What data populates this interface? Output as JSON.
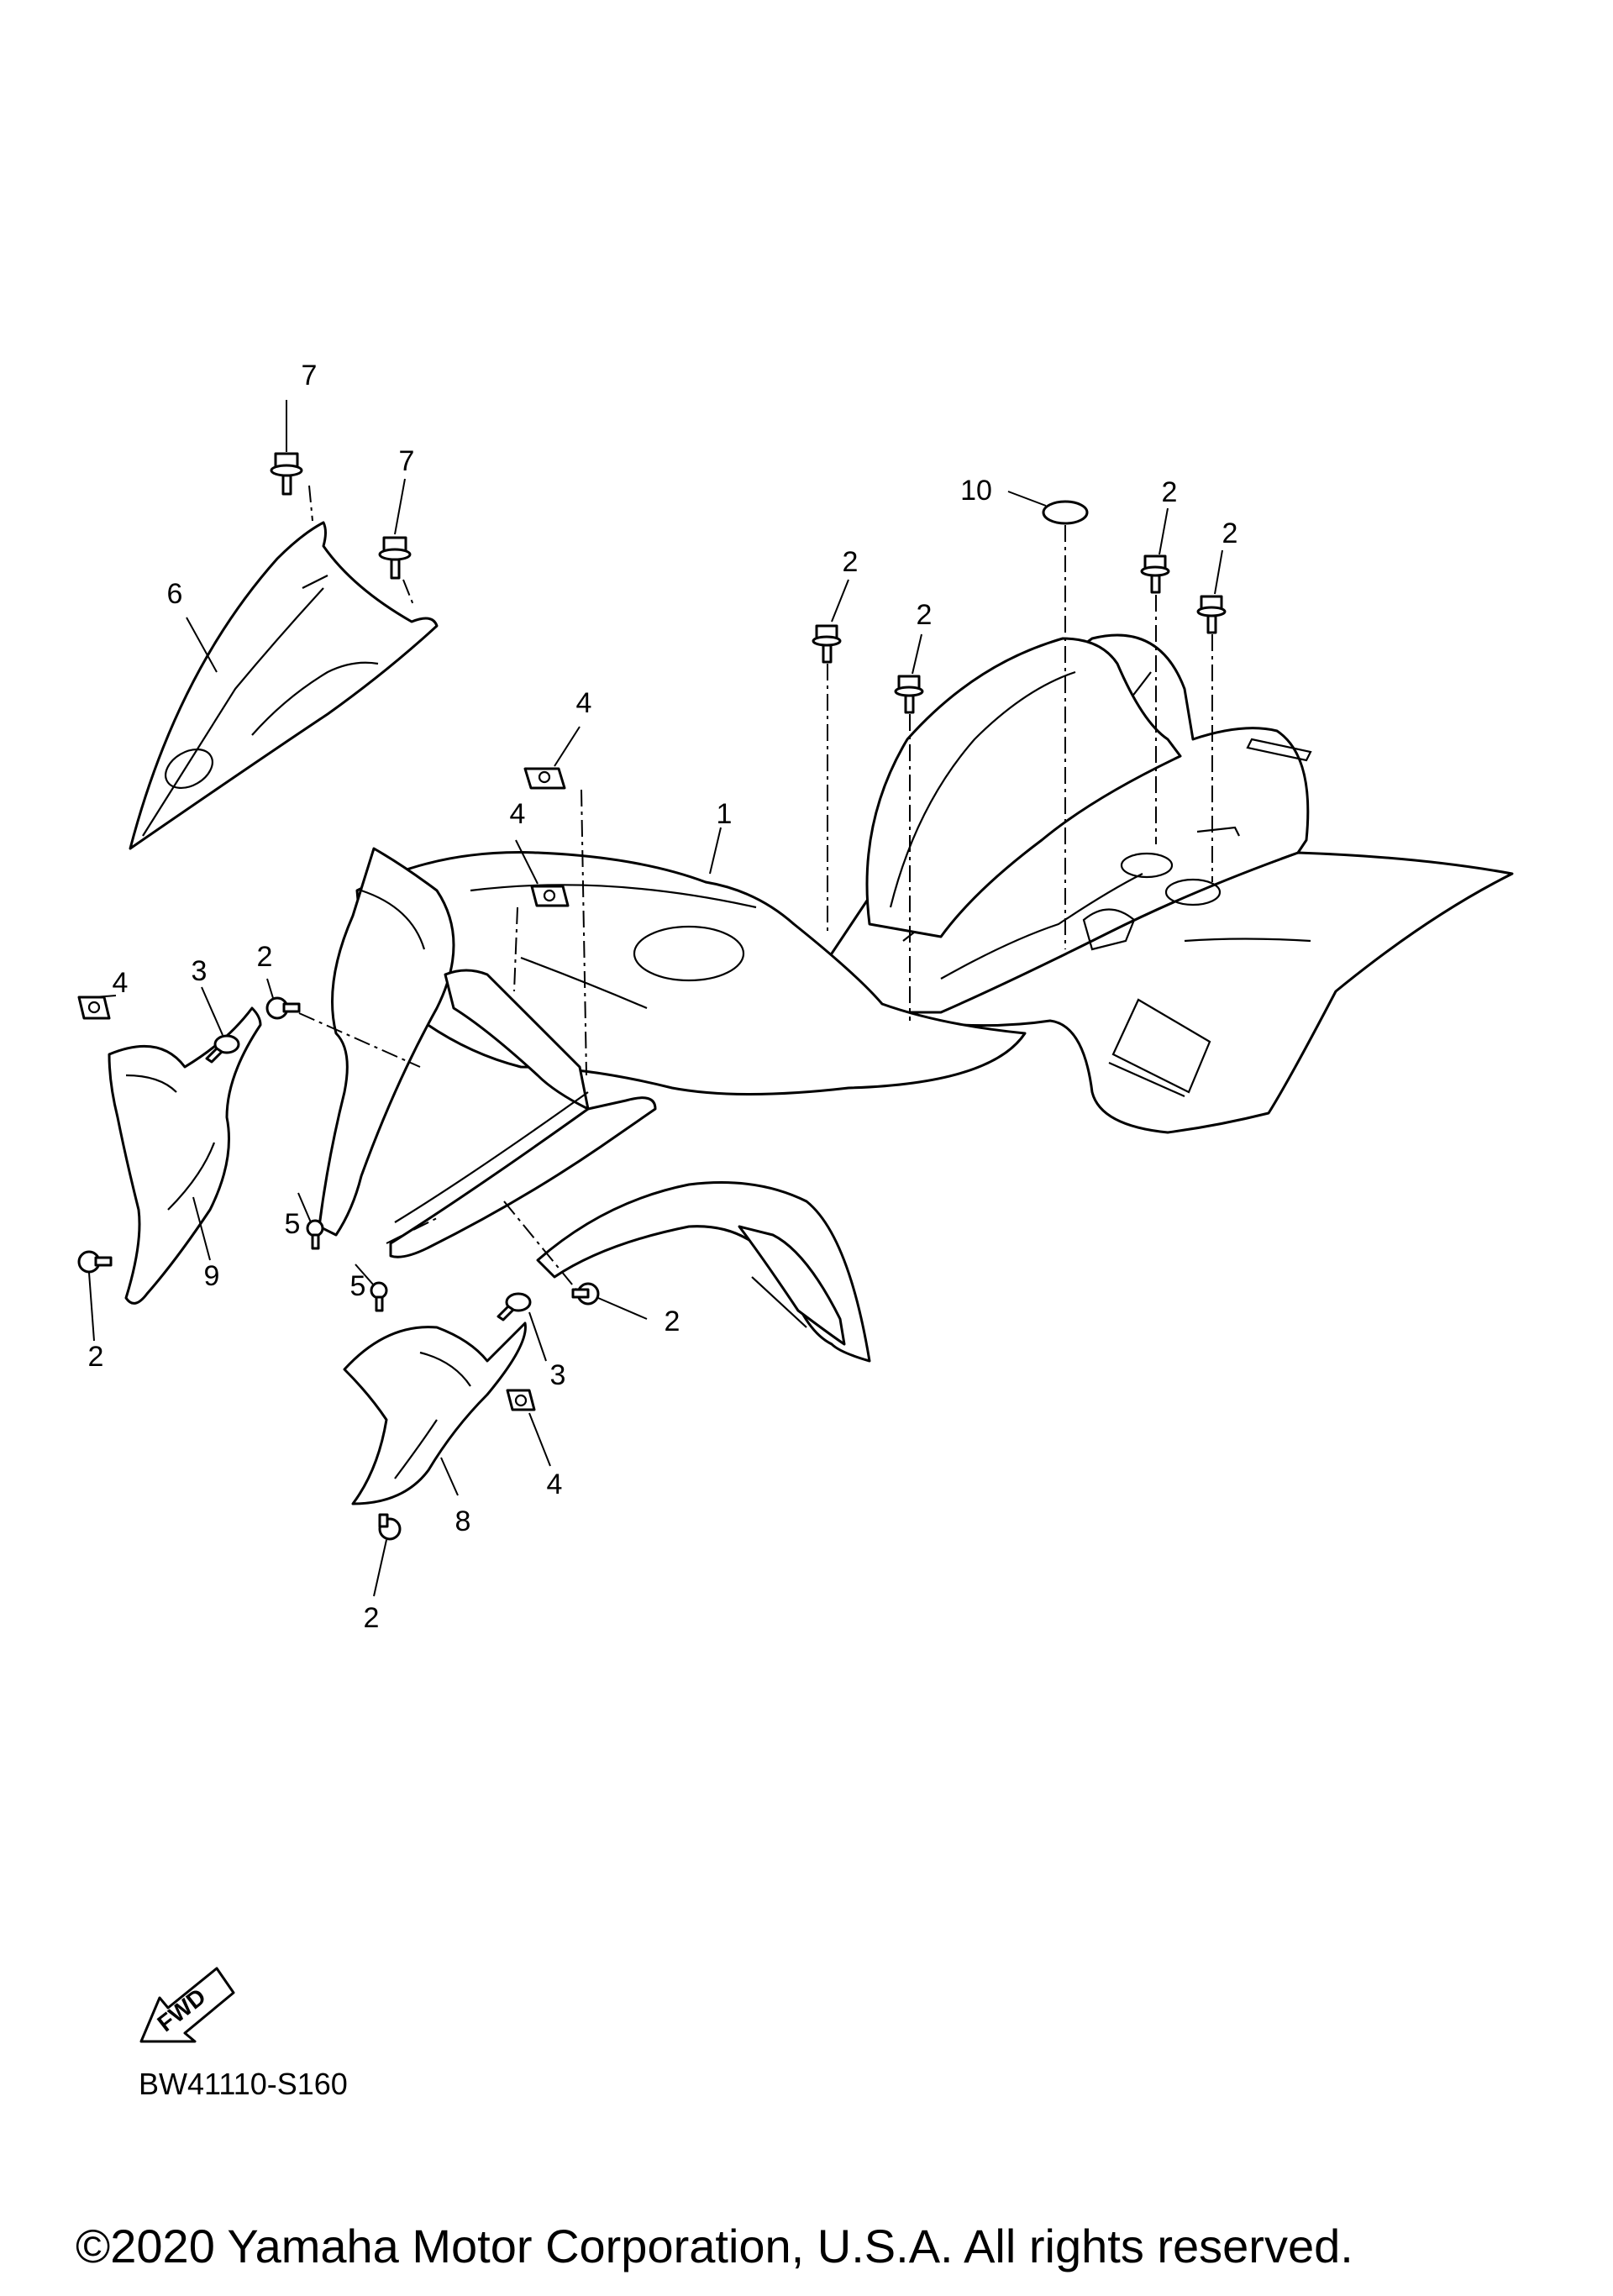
{
  "diagram": {
    "title": "",
    "callouts": {
      "c1": "1",
      "c2a": "2",
      "c2b": "2",
      "c2c": "2",
      "c2d": "2",
      "c2e": "2",
      "c2f": "2",
      "c2g": "2",
      "c2h": "2",
      "c3a": "3",
      "c3b": "3",
      "c4a": "4",
      "c4b": "4",
      "c4c": "4",
      "c4d": "4",
      "c5a": "5",
      "c5b": "5",
      "c6": "6",
      "c7a": "7",
      "c7b": "7",
      "c8": "8",
      "c9": "9",
      "c10": "10"
    },
    "fwd_label": "FWD",
    "diagram_code": "BW41110-S160",
    "copyright": "©2020 Yamaha Motor Corporation, U.S.A. All rights reserved."
  },
  "colors": {
    "line": "#000000",
    "background": "#ffffff"
  },
  "icons": {
    "forward_arrow": "fwd-arrow-icon"
  }
}
